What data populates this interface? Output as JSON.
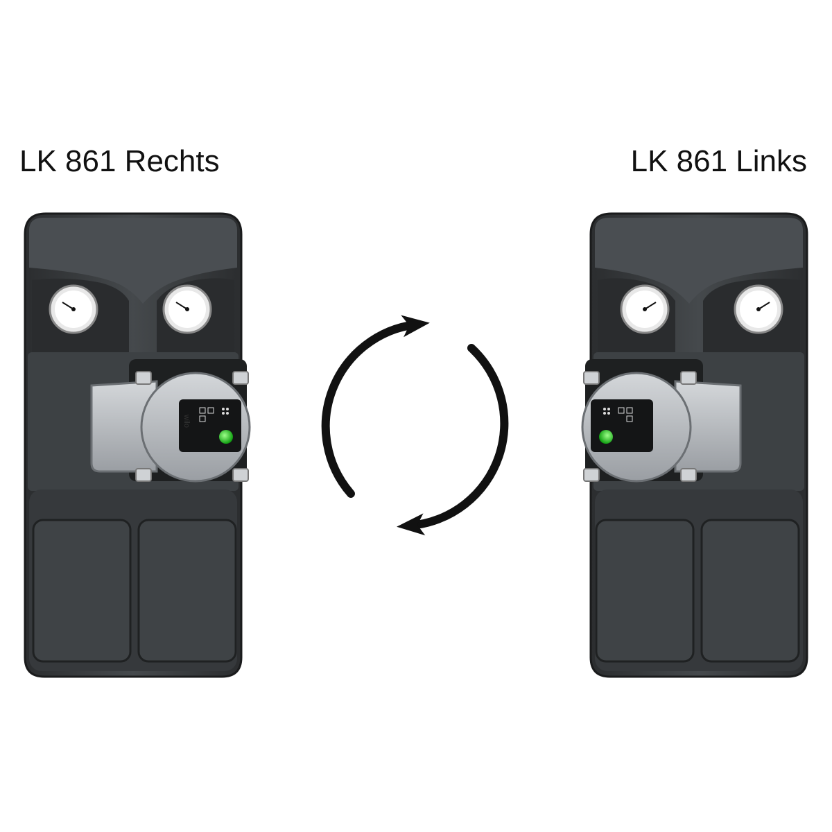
{
  "labels": {
    "left": "LK 861 Rechts",
    "right": "LK 861 Links"
  },
  "pump_brand": "wilo",
  "colors": {
    "housing": "#3a3d40",
    "housing_dark": "#232526",
    "housing_light": "#54585c",
    "pump_silver": "#b8bcc0",
    "led_green": "#1fc41f",
    "arrow": "#111111"
  },
  "icons": {
    "cycle": "circular-swap-arrows-icon"
  }
}
